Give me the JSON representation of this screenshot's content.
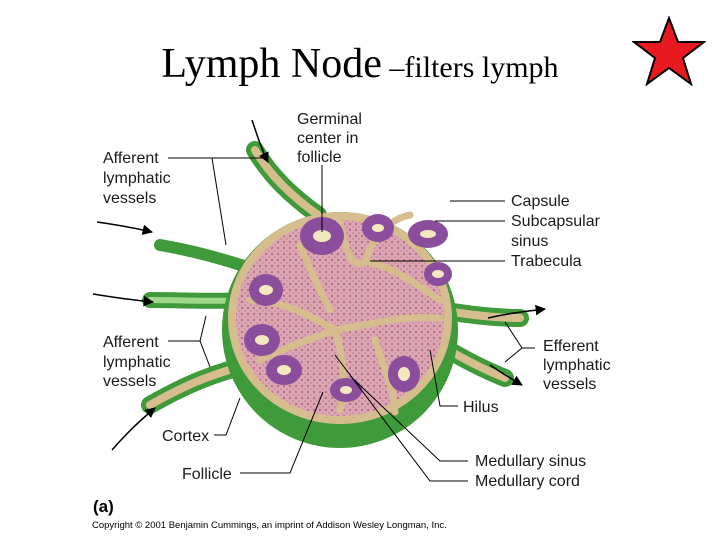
{
  "title": {
    "main": "Lymph Node",
    "sub": " –filters lymph"
  },
  "star_color": "#e8191f",
  "labels": {
    "germinal_1": "Germinal",
    "germinal_2": "center in",
    "germinal_3": "follicle",
    "afferent_top_1": "Afferent",
    "afferent_top_2": "lymphatic",
    "afferent_top_3": "vessels",
    "afferent_bottom_1": "Afferent",
    "afferent_bottom_2": "lymphatic",
    "afferent_bottom_3": "vessels",
    "capsule": "Capsule",
    "subcapsular_1": "Subcapsular",
    "subcapsular_2": "sinus",
    "trabecula": "Trabecula",
    "efferent_1": "Efferent",
    "efferent_2": "lymphatic",
    "efferent_3": "vessels",
    "hilus": "Hilus",
    "cortex": "Cortex",
    "follicle": "Follicle",
    "medullary_sinus": "Medullary sinus",
    "medullary_cord": "Medullary cord",
    "panel": "(a)"
  },
  "copyright": "Copyright © 2001 Benjamin Cummings, an imprint of Addison Wesley Longman, Inc.",
  "colors": {
    "cortex_green": "#3f9a3a",
    "node_pink": "#d9a3b0",
    "trabecula_tan": "#d6bd8e",
    "follicle_purple": "#8a4e9c",
    "germinal_cream": "#f3e9c0"
  }
}
